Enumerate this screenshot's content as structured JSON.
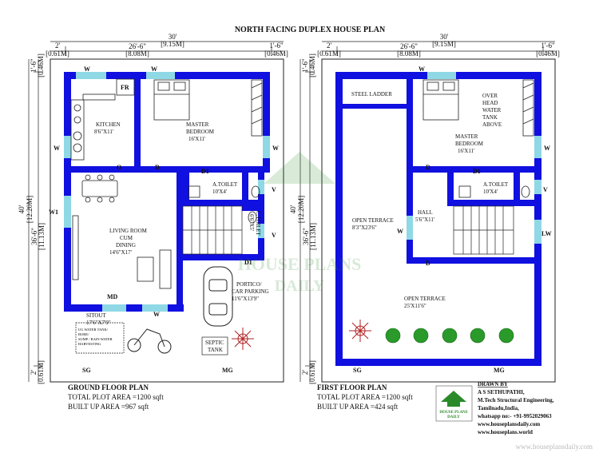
{
  "title": "NORTH FACING DUPLEX HOUSE PLAN",
  "dims": {
    "top_total_ft": "30'",
    "top_total_m": "[9.15M]",
    "top_left_ft": "2'",
    "top_left_m": "[0.61M]",
    "top_mid_ft": "26'-6\"",
    "top_mid_m": "[8.08M]",
    "top_right_ft": "1'-6\"",
    "top_right_m": "[0.46M]",
    "side_total_ft": "40'",
    "side_total_m": "[12.20M]",
    "side_top_ft": "1'-6\"",
    "side_top_m": "[0.46M]",
    "side_mid_ft": "36'-6\"",
    "side_mid_m": "[11.13M]",
    "side_bot_ft": "2'",
    "side_bot_m": "[0.61M]"
  },
  "ground": {
    "rooms": {
      "kitchen": "KITCHEN",
      "kitchen_size": "8'6\"X11'",
      "master": "MASTER",
      "bedroom": "BEDROOM",
      "master_size": "16'X11'",
      "atoilet": "A.TOILET",
      "atoilet_size": "10'X4'",
      "ctoilet": "C.TOILET",
      "ctoilet_size": "6'6\"X5'",
      "living1": "LIVING ROOM",
      "living2": "CUM",
      "living3": "DINING",
      "living_size": "14'6\"X17'",
      "portico": "PORTICO/",
      "carpark": "CAR PARKING",
      "portico_size": "11'6\"X13'9\"",
      "sitout": "SITOUT",
      "sitout_size": "17'6\"X7'9\"",
      "septic1": "SEPTIC",
      "septic2": "TANK",
      "sump1": "UG WATER TANK/",
      "sump2": "BORE/",
      "sump3": "SUMP / RAIN WATER",
      "sump4": "HARVESTING"
    },
    "marks": {
      "w": "W",
      "fr": "FR",
      "o": "O",
      "d": "D",
      "d1": "D1",
      "v": "V",
      "w1": "W1",
      "md": "MD",
      "sg": "SG",
      "mg": "MG"
    },
    "caption": "GROUND FLOOR PLAN",
    "plot": "TOTAL PLOT AREA =1200 sqft",
    "built": "BUILT UP AREA =967 sqft"
  },
  "first": {
    "rooms": {
      "ladder": "STEEL LADDER",
      "oht1": "OVER",
      "oht2": "HEAD",
      "oht3": "WATER",
      "oht4": "TANK",
      "oht5": "ABOVE",
      "master": "MASTER",
      "bedroom": "BEDROOM",
      "master_size": "16'X11'",
      "atoilet": "A.TOILET",
      "atoilet_size": "10'X4'",
      "hall": "HALL",
      "hall_size": "5'6\"X11'",
      "terrace1": "OPEN TERRACE",
      "terrace1_size": "8'3\"X23'6\"",
      "terrace2": "OPEN TERRACE",
      "terrace2_size": "25'X11'6\""
    },
    "marks": {
      "w": "W",
      "d": "D",
      "d1": "D1",
      "v": "V",
      "lw": "LW",
      "sg": "SG",
      "mg": "MG"
    },
    "caption": "FIRST FLOOR PLAN",
    "plot": "TOTAL PLOT AREA =1200 sqft",
    "built": "BUILT UP AREA =424 sqft"
  },
  "credits": {
    "drawn_by": "DRAWN BY",
    "name": "A S SETHUPATHI,",
    "degree": "M.Tech Structural Engineering,",
    "location": "Tamilnadu,India,",
    "whatsapp": "whatsapp no:- +91-9952029063",
    "web1": "www.houseplansdaily.com",
    "web2": "www.houseplans.world"
  },
  "logo": {
    "line1": "HOUSE PLANS",
    "line2": "DAILY",
    "watermark1": "HOUSE PLANS",
    "watermark2": "DAILY",
    "url": "www.houseplansdaily.com"
  },
  "colors": {
    "wall": "#1010e0",
    "window": "#8fd8e6",
    "green": "#2a8a2a"
  }
}
